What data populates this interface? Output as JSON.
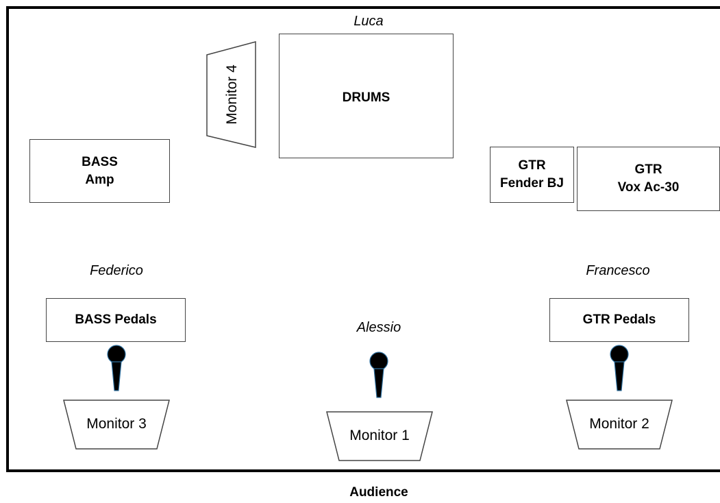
{
  "names": {
    "drummer": "Luca",
    "bassist": "Federico",
    "guitarist": "Francesco",
    "singer": "Alessio"
  },
  "gear": {
    "drums": "DRUMS",
    "bass_amp": "BASS\nAmp",
    "gtr_fender": "GTR\nFender BJ",
    "gtr_vox": "GTR\nVox Ac-30",
    "bass_pedals": "BASS Pedals",
    "gtr_pedals": "GTR Pedals"
  },
  "monitors": {
    "m1": "Monitor 1",
    "m2": "Monitor 2",
    "m3": "Monitor 3",
    "m4": "Monitor 4"
  },
  "audience": "Audience",
  "icons": {
    "microphone": "microphone-icon",
    "monitor_wedge": "monitor-wedge-icon"
  },
  "colors": {
    "mic_fill": "#000000",
    "mic_outline": "#2e6f9e",
    "border": "#444444"
  }
}
